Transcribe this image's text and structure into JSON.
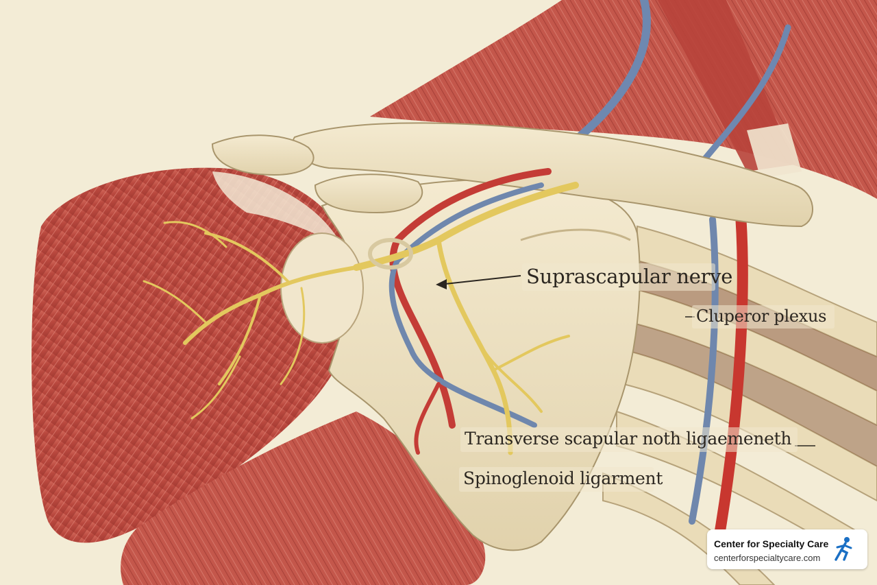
{
  "labels": {
    "suprascapular_nerve": "Suprascapular nerve",
    "plexus": "Cluperor plexus",
    "transverse": "Transverse scapular noth ligaemeneth",
    "spinoglenoid": "Spinoglenoid ligarment"
  },
  "badge": {
    "title": "Center for Specialty Care",
    "url": "centerforspecialtycare.com",
    "logo_icon": "running-figure-logo-icon",
    "logo_color": "#1a6fc4"
  },
  "colors": {
    "background": "#f3ecd6",
    "muscle": "#c45a4f",
    "bone": "#ecdfbf",
    "nerve": "#e6cf6a",
    "artery": "#c9403a",
    "vein": "#6d86ad"
  }
}
